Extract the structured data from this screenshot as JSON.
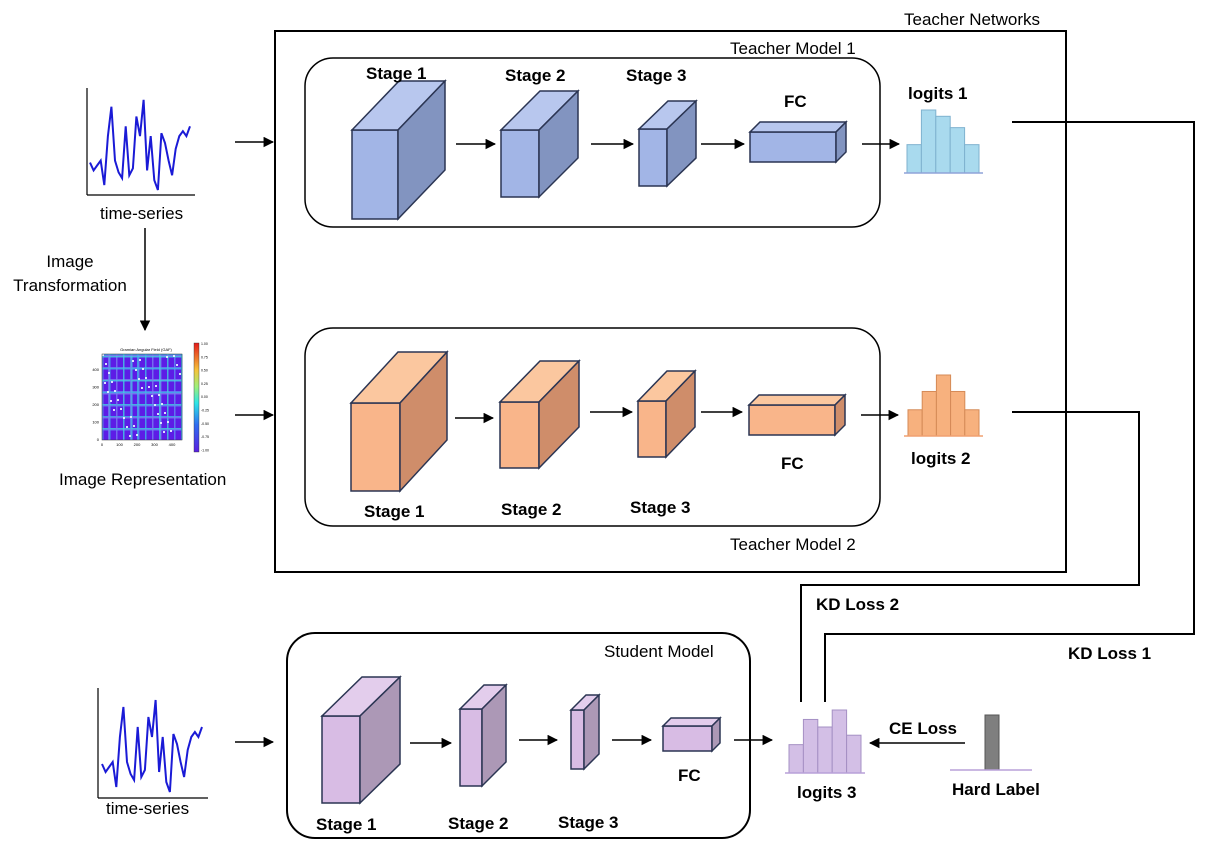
{
  "labels": {
    "teacher_networks": "Teacher Networks",
    "teacher_model_1": "Teacher Model 1",
    "teacher_model_2": "Teacher Model 2",
    "student_model": "Student Model",
    "time_series": "time-series",
    "image_transformation_line1": "Image",
    "image_transformation_line2": "Transformation",
    "image_representation": "Image Representation",
    "gaf_title": "Gramian Angular Field (GAF)",
    "stage1": "Stage 1",
    "stage2": "Stage 2",
    "stage3": "Stage 3",
    "fc": "FC",
    "logits1": "logits 1",
    "logits2": "logits 2",
    "logits3": "logits 3",
    "kd_loss_1": "KD Loss 1",
    "kd_loss_2": "KD Loss 2",
    "ce_loss": "CE Loss",
    "hard_label": "Hard Label"
  },
  "gaf_axis": {
    "y_ticks": [
      "400",
      "300",
      "200",
      "100",
      "0"
    ],
    "x_ticks": [
      "0",
      "100",
      "200",
      "300",
      "400"
    ],
    "colorbar_ticks": [
      "1.00",
      "0.75",
      "0.50",
      "0.25",
      "0.00",
      "-0.25",
      "-0.50",
      "-0.75",
      "-1.00"
    ]
  },
  "colors": {
    "teacher1_front": "#a2b5e6",
    "teacher1_top": "#b8c7ee",
    "teacher1_side": "#8294c0",
    "teacher2_front": "#f9b58a",
    "teacher2_top": "#fbc79f",
    "teacher2_side": "#cf8d6a",
    "student_front": "#d8bce4",
    "student_top": "#e3cdec",
    "student_side": "#ac98b6",
    "outline": "#2b3553",
    "logits1_bar": "#a9daee",
    "logits2_bar": "#f7b17e",
    "logits3_bar": "#d3bfe6",
    "hard_label_bar": "#7f7f7f",
    "series_line": "#1a1ad6"
  },
  "chart_data": [
    {
      "type": "bar",
      "name": "logits 1",
      "values": [
        0.45,
        1.0,
        0.9,
        0.72,
        0.45
      ]
    },
    {
      "type": "bar",
      "name": "logits 2",
      "values": [
        0.43,
        0.73,
        1.0,
        0.73,
        0.43
      ]
    },
    {
      "type": "bar",
      "name": "logits 3",
      "values": [
        0.45,
        0.85,
        0.73,
        1.0,
        0.6
      ]
    },
    {
      "type": "bar",
      "name": "Hard Label",
      "values": [
        1.0
      ]
    },
    {
      "type": "line",
      "name": "time-series",
      "values": [
        0.28,
        0.2,
        0.25,
        0.3,
        0.05,
        0.55,
        0.85,
        0.3,
        0.18,
        0.12,
        0.65,
        0.15,
        0.22,
        0.75,
        0.55,
        0.92,
        0.2,
        0.55,
        0.1,
        0.0,
        0.58,
        0.48,
        0.3,
        0.15,
        0.42,
        0.55,
        0.6,
        0.55,
        0.65
      ]
    }
  ]
}
